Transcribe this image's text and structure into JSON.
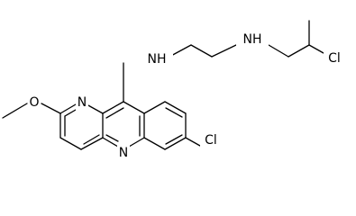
{
  "diagram": {
    "labels": {
      "amine_n_left": "NH",
      "amine_n_right": "NH",
      "chloro_side_chain": "Cl",
      "chloro_ring": "Cl",
      "methoxy_o": "O",
      "ring_n_upper": "N",
      "ring_n_lower": "N"
    }
  }
}
